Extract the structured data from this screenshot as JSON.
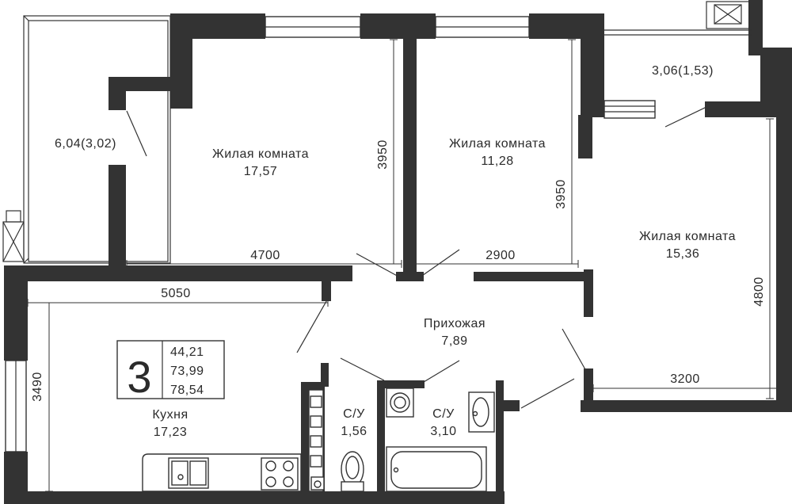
{
  "rooms": {
    "balcony_left": {
      "area": "6,04(3,02)"
    },
    "living_1": {
      "name": "Жилая комната",
      "area": "17,57"
    },
    "living_2": {
      "name": "Жилая комната",
      "area": "11,28"
    },
    "balcony_right": {
      "area": "3,06(1,53)"
    },
    "living_3": {
      "name": "Жилая комната",
      "area": "15,36"
    },
    "hallway": {
      "name": "Прихожая",
      "area": "7,89"
    },
    "kitchen": {
      "name": "Кухня",
      "area": "17,23"
    },
    "bathroom_1": {
      "name": "С/У",
      "area": "1,56"
    },
    "bathroom_2": {
      "name": "С/У",
      "area": "3,10"
    }
  },
  "dimensions": {
    "living_1_width": "4700",
    "living_1_height": "3950",
    "living_2_width": "2900",
    "living_2_height": "3950",
    "living_3_height": "4800",
    "living_3_width": "3200",
    "kitchen_width": "5050",
    "kitchen_height": "3490"
  },
  "summary": {
    "rooms_count": "3",
    "living_area": "44,21",
    "total_area": "73,99",
    "total_area_with_balconies": "78,54"
  },
  "colors": {
    "wall": "#333333",
    "background": "#ffffff",
    "text": "#2b2b2b"
  }
}
